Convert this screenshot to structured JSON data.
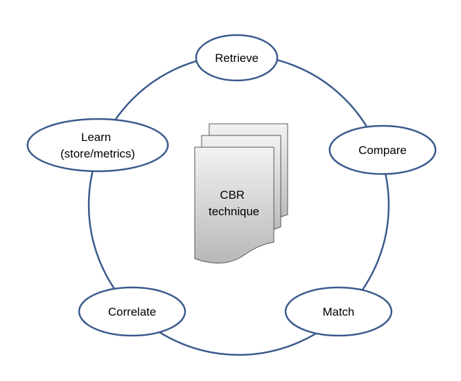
{
  "diagram": {
    "nodes": [
      {
        "id": "retrieve",
        "label_lines": [
          "Retrieve"
        ]
      },
      {
        "id": "compare",
        "label_lines": [
          "Compare"
        ]
      },
      {
        "id": "match",
        "label_lines": [
          "Match"
        ]
      },
      {
        "id": "correlate",
        "label_lines": [
          "Correlate"
        ]
      },
      {
        "id": "learn",
        "label_lines": [
          "Learn",
          "(store/metrics)"
        ]
      }
    ],
    "center": {
      "label_lines": [
        "CBR",
        "technique"
      ]
    },
    "colors": {
      "stroke": "#3a5a8c",
      "node_fill": "#ffffff",
      "doc_stroke": "#555555",
      "doc_gradient_top": "#f2f2f2",
      "doc_gradient_bottom": "#b8b8b8",
      "text": "#000000"
    }
  }
}
